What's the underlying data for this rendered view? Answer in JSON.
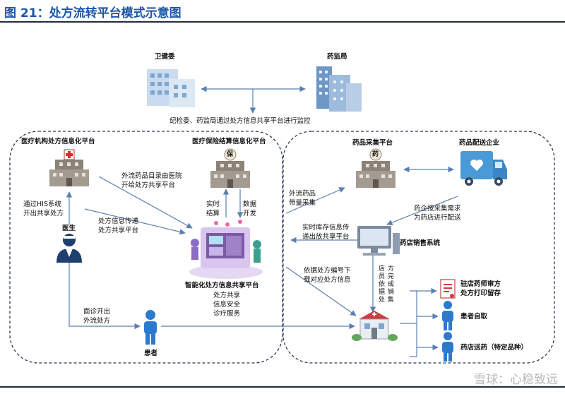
{
  "figure_title": "图 21：处方流转平台模式示意图",
  "top": {
    "health_commission": "卫健委",
    "drug_admin": "药监局",
    "supervision_note": "纪检委、药监局通过处方信息共享平台进行监控"
  },
  "left": {
    "hospital_platform": "医疗机构处方信息化平台",
    "insurance_platform": "医疗保险结算信息化平台",
    "insurance_badge": "保",
    "his_note": [
      "通过HIS系统",
      "开出共享处方"
    ],
    "catalog_note": [
      "外流药品目录由医院",
      "开给处方共享平台"
    ],
    "rx_transmit_note": [
      "处方信息传递",
      "处方共享平台"
    ],
    "realtime_settle": [
      "实时",
      "结算"
    ],
    "data_dev": [
      "数据",
      "开发"
    ],
    "doctor": "医生",
    "smart_platform": "智能化处方信息共享平台",
    "smart_services": [
      "处方共享",
      "信息安全",
      "诊疗服务"
    ],
    "consult_note": [
      "面诊开出",
      "外流处方"
    ],
    "patient": "患者"
  },
  "right": {
    "procurement_platform": "药品采集平台",
    "procurement_badge": "药",
    "distributor": "药品配送企业",
    "outflow_note": [
      "外流药品",
      "带量采集"
    ],
    "distribute_note": [
      "药企按采集需求",
      "为药店进行配送"
    ],
    "inventory_note": [
      "实时库存信息传",
      "递出放共享平台"
    ],
    "pharmacy_system": "药店销售系统",
    "rx_number_note": [
      "依据处方编号下",
      "载对应处方信息"
    ],
    "clerk_note": [
      "店",
      "员",
      "依",
      "据",
      "处",
      "方",
      "完",
      "成",
      "销",
      "售"
    ],
    "pharmacist_review": [
      "驻店药师审方",
      "处方打印留存"
    ],
    "self_pickup": "患者自取",
    "delivery": "药店送药（特定品种）"
  },
  "watermark": "雪球：心稳致远",
  "colors": {
    "title": "#1a56a8",
    "arrow": "#5b7fb0",
    "building": "#8c8378",
    "person": "#2a7bd0",
    "region": "#2b3a55"
  }
}
